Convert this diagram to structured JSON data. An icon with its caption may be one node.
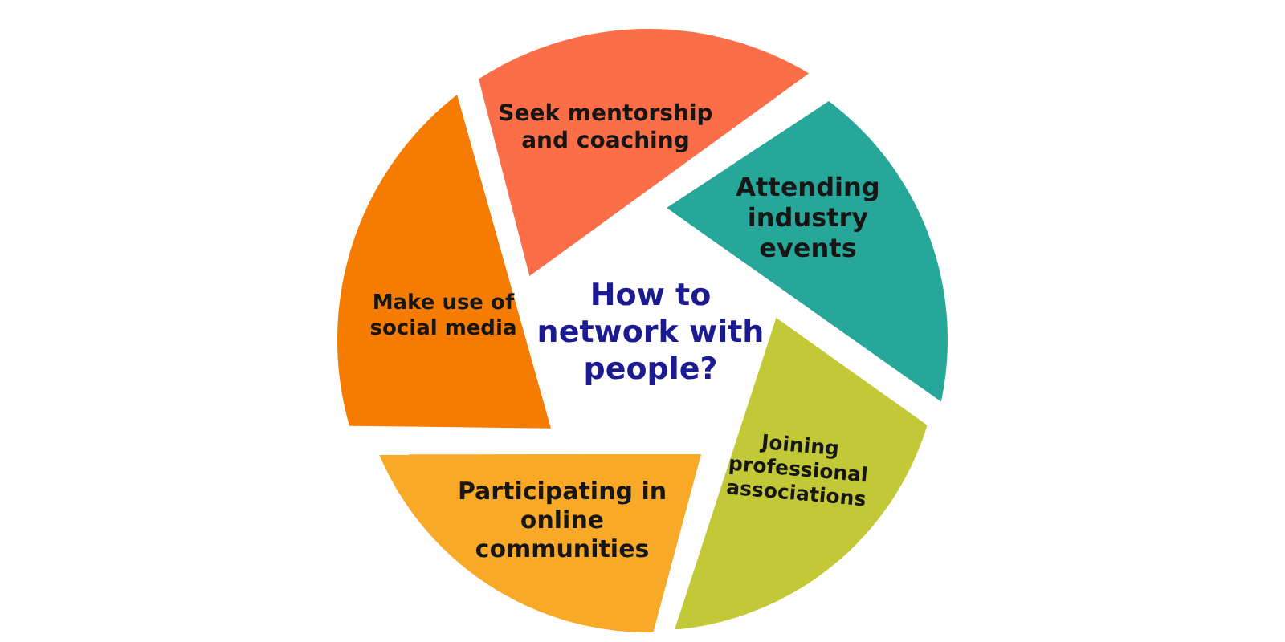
{
  "diagram": {
    "title": "How to network with people?",
    "nodes": [
      {
        "text": [
          "Seek mentorship and coaching"
        ]
      },
      {
        "text": [
          "Attending industry events"
        ]
      },
      {
        "text": [
          "Make use of social media"
        ]
      },
      {
        "text": [
          "Joining professional associations"
        ]
      },
      {
        "text": [
          "Participating in online communities"
        ]
      }
    ]
  }
}
